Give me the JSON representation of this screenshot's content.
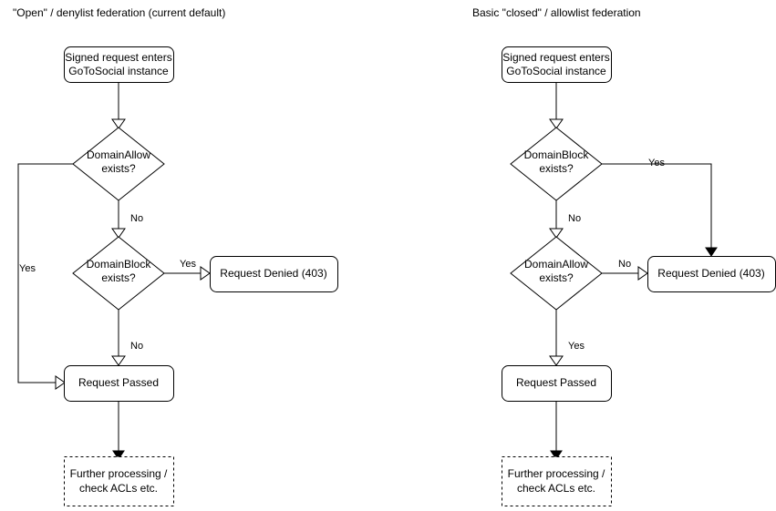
{
  "diagram": {
    "kind": "flowchart",
    "panels": [
      {
        "id": "denylist",
        "title": "\"Open\" / denylist federation (current default)",
        "nodes": {
          "start": {
            "label_line1": "Signed request enters",
            "label_line2": "GoToSocial instance",
            "shape": "rounded-rect"
          },
          "decision1": {
            "label_line1": "DomainAllow",
            "label_line2": "exists?",
            "shape": "diamond"
          },
          "decision2": {
            "label_line1": "DomainBlock",
            "label_line2": "exists?",
            "shape": "diamond"
          },
          "denied": {
            "label": "Request Denied (403)",
            "shape": "rounded-rect"
          },
          "passed": {
            "label": "Request Passed",
            "shape": "rounded-rect"
          },
          "further": {
            "label_line1": "Further processing /",
            "label_line2": "check ACLs etc.",
            "shape": "dashed-rect"
          }
        },
        "edges": [
          {
            "from": "start",
            "to": "decision1",
            "label": ""
          },
          {
            "from": "decision1",
            "to": "passed",
            "label": "Yes"
          },
          {
            "from": "decision1",
            "to": "decision2",
            "label": "No"
          },
          {
            "from": "decision2",
            "to": "denied",
            "label": "Yes"
          },
          {
            "from": "decision2",
            "to": "passed",
            "label": "No"
          },
          {
            "from": "passed",
            "to": "further",
            "label": ""
          }
        ]
      },
      {
        "id": "allowlist",
        "title": "Basic \"closed\" / allowlist federation",
        "nodes": {
          "start": {
            "label_line1": "Signed request enters",
            "label_line2": "GoToSocial instance",
            "shape": "rounded-rect"
          },
          "decision1": {
            "label_line1": "DomainBlock",
            "label_line2": "exists?",
            "shape": "diamond"
          },
          "decision2": {
            "label_line1": "DomainAllow",
            "label_line2": "exists?",
            "shape": "diamond"
          },
          "denied": {
            "label": "Request Denied (403)",
            "shape": "rounded-rect"
          },
          "passed": {
            "label": "Request Passed",
            "shape": "rounded-rect"
          },
          "further": {
            "label_line1": "Further processing /",
            "label_line2": "check ACLs etc.",
            "shape": "dashed-rect"
          }
        },
        "edges": [
          {
            "from": "start",
            "to": "decision1",
            "label": ""
          },
          {
            "from": "decision1",
            "to": "denied",
            "label": "Yes"
          },
          {
            "from": "decision1",
            "to": "decision2",
            "label": "No"
          },
          {
            "from": "decision2",
            "to": "denied",
            "label": "No"
          },
          {
            "from": "decision2",
            "to": "passed",
            "label": "Yes"
          },
          {
            "from": "passed",
            "to": "further",
            "label": ""
          }
        ]
      }
    ],
    "colors": {
      "background": "#ffffff",
      "stroke": "#000000",
      "text": "#000000",
      "fill": "#ffffff"
    }
  }
}
